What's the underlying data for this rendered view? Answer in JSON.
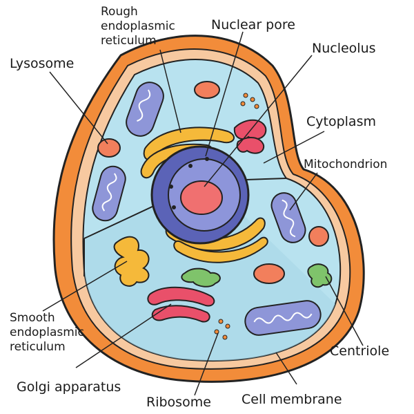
{
  "labels": {
    "rough_er": [
      "Rough",
      "endoplasmic",
      "reticulum"
    ],
    "nuclear_pore": "Nuclear pore",
    "nucleolus": "Nucleolus",
    "lysosome": "Lysosome",
    "cytoplasm": "Cytoplasm",
    "mitochondrion": "Mitochondrion",
    "smooth_er": [
      "Smooth",
      "endoplasmic",
      "reticulum"
    ],
    "centriole": "Centriole",
    "golgi": "Golgi apparatus",
    "ribosome": "Ribosome",
    "cell_membrane": "Cell membrane"
  },
  "colors": {
    "membrane_outer": "#f28c3a",
    "membrane_inner": "#f7c9a0",
    "cytoplasm": "#b8e2ef",
    "cut_face": "#a6d6e6",
    "nucleus_outer": "#5b63b7",
    "nucleus_inner": "#8d95da",
    "nucleolus": "#f07070",
    "mitochondrion": "#8e96d8",
    "er": "#f5b93a",
    "golgi": "#e9506a",
    "lysosome": "#f27f5c",
    "centriole": "#7fc36b",
    "outline": "#222222"
  }
}
